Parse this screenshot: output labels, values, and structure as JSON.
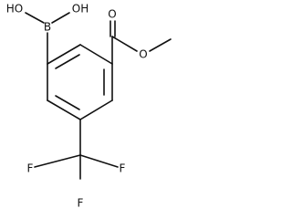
{
  "molecule": {
    "atoms": {
      "oh_left": "HO",
      "oh_right": "OH",
      "boron": "B",
      "ester_carbonyl_oxygen": "O",
      "ester_ether_oxygen": "O",
      "fluorine_left": "F",
      "fluorine_right": "F",
      "fluorine_bottom": "F"
    }
  }
}
